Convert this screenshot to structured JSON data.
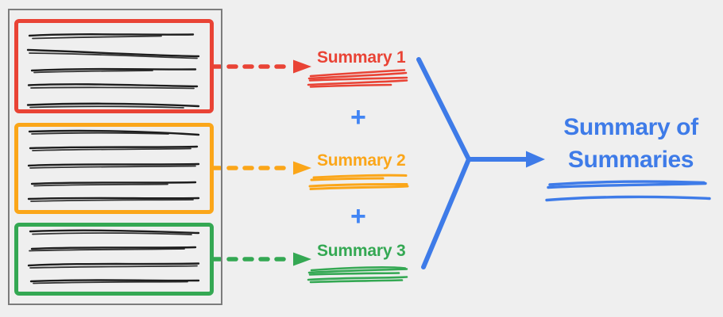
{
  "diagram": {
    "background_color": "#efefef",
    "source_document": {
      "border_color": "#7c7c7c",
      "sections": [
        {
          "label": "section-1",
          "color": "#e94335",
          "scribble_line_count": 5
        },
        {
          "label": "section-2",
          "color": "#fba619",
          "scribble_line_count": 5
        },
        {
          "label": "section-3",
          "color": "#34a853",
          "scribble_line_count": 4
        }
      ]
    },
    "map_step": {
      "arrows": [
        {
          "style": "dashed",
          "color": "#e94335"
        },
        {
          "style": "dashed",
          "color": "#fba619"
        },
        {
          "style": "dashed",
          "color": "#34a853"
        }
      ],
      "summaries": [
        {
          "label": "Summary 1",
          "color": "#e94335"
        },
        {
          "label": "Summary 2",
          "color": "#fba619"
        },
        {
          "label": "Summary 3",
          "color": "#34a853"
        }
      ],
      "plus_signs": [
        "+",
        "+"
      ],
      "plus_color": "#4285f4"
    },
    "reduce_step": {
      "color": "#3e7be8",
      "title": "Summary of Summaries",
      "title_lines": [
        "Summary of",
        "Summaries"
      ]
    }
  }
}
